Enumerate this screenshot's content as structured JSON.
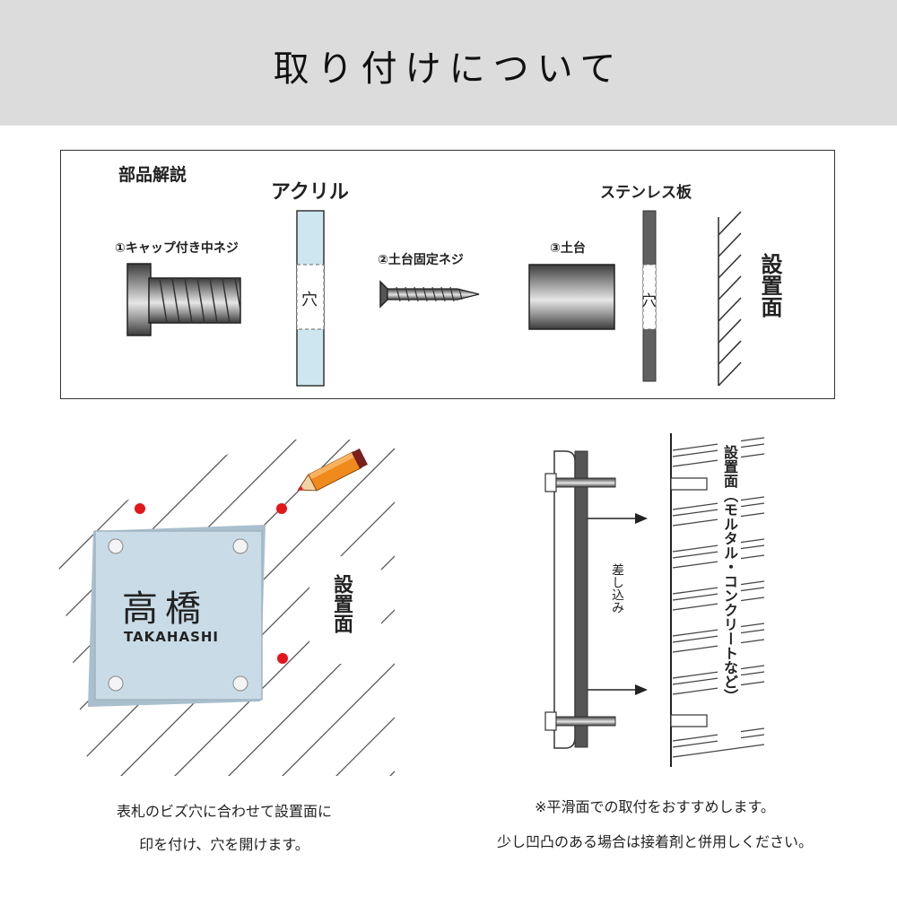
{
  "header": {
    "title": "取り付けについて"
  },
  "parts": {
    "section_title": "部品解説",
    "acrylic_label": "アクリル",
    "stainless_label": "ステンレス板",
    "cap_screw_label": "①キャップ付き中ネジ",
    "base_screw_label": "②土台固定ネジ",
    "base_label": "③土台",
    "hole_label": "穴",
    "surface_label": "設置面"
  },
  "left_panel": {
    "plate_name": "高橋",
    "plate_romaji": "TAKAHASHI",
    "surface_label": "設置面",
    "caption_line1": "表札のビズ穴に合わせて設置面に",
    "caption_line2": "印を付け、穴を開けます。"
  },
  "right_panel": {
    "insert_label": "差し込み",
    "surface_label": "設置面（モルタル・コンクリートなど）",
    "note_line1": "※平滑面での取付をおすすめします。",
    "note_line2": "少し凹凸のある場合は接着剤と併用しください。"
  },
  "colors": {
    "header_bg": "#dcdcdc",
    "acrylic": "#cde6f0",
    "plate": "#c9dbe6",
    "marker": "#e3161b",
    "pencil": "#f08a1c",
    "metal_dark": "#4a4a4a"
  }
}
